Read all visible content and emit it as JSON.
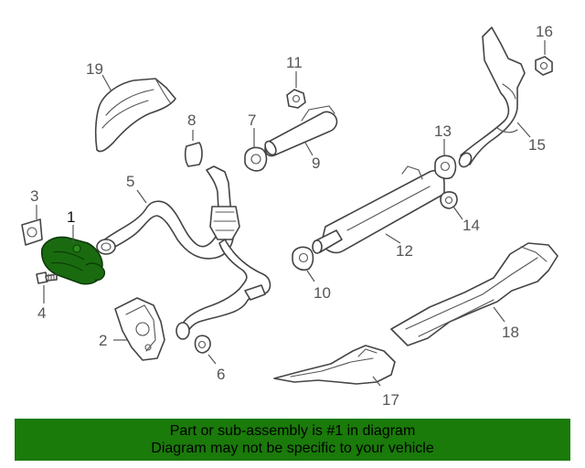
{
  "diagram": {
    "callouts": [
      "1",
      "2",
      "3",
      "4",
      "5",
      "6",
      "7",
      "8",
      "9",
      "10",
      "11",
      "12",
      "13",
      "14",
      "15",
      "16",
      "17",
      "18",
      "19"
    ],
    "highlight_color": "#1a6b10"
  },
  "banner": {
    "line1": "Part or sub-assembly is #1 in diagram",
    "line2": "Diagram may not be specific to your vehicle",
    "background": "#1a7a0a"
  }
}
